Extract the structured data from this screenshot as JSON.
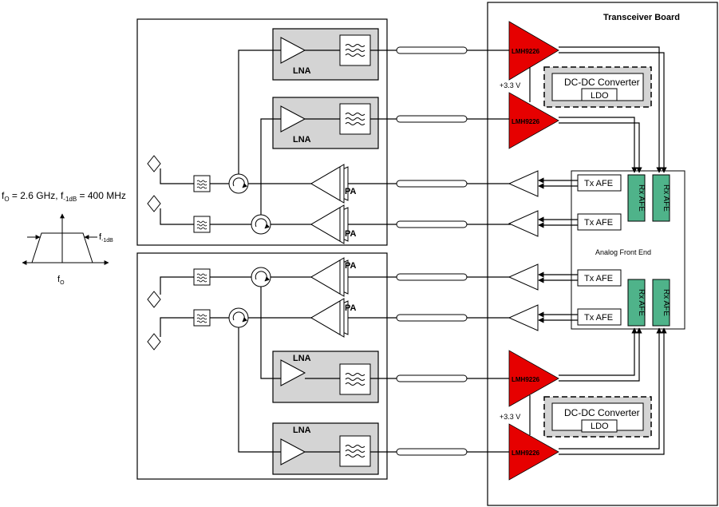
{
  "filter_spec": {
    "line_parts": [
      "f",
      "O",
      " = 2.6 GHz, f",
      "-1dB",
      " = 400 MHz"
    ],
    "fo_label": [
      "f",
      "O"
    ],
    "f1db_label": [
      "f",
      "-1dB"
    ]
  },
  "transceiver_board": {
    "title": "Transceiver Board",
    "afe_title": "Analog Front End"
  },
  "labels": {
    "lna": "LNA",
    "pa": "PA",
    "driver": "LMH9226",
    "tx_afe": "Tx AFE",
    "rx_afe": "Rx AFE",
    "dcdc": "DC-DC Converter",
    "ldo": "LDO",
    "supply": "+3.3 V"
  },
  "colors": {
    "driver_fill": "#e60000",
    "rx_afe_fill": "#4fb38a",
    "lna_box_fill": "#d4d4d4",
    "outline": "#000000"
  }
}
